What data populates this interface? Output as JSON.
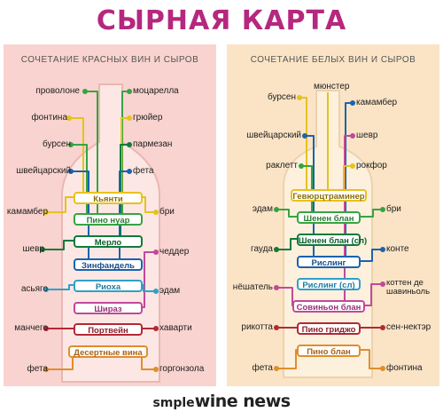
{
  "title": "СЫРНАЯ КАРТА",
  "red": {
    "subtitle": "СОЧЕТАНИЕ КРАСНЫХ ВИН И СЫРОВ",
    "wines": [
      "Кьянти",
      "Пино нуар",
      "Мерло",
      "Зинфандель",
      "Риоха",
      "Шираз",
      "Портвейн",
      "Десертные вина"
    ],
    "cheeses_left": [
      "проволоне",
      "фонтина",
      "бурсен",
      "швейцарский",
      "камамбер",
      "шевр",
      "асьяго",
      "манчего",
      "фета"
    ],
    "cheeses_right": [
      "моцарелла",
      "грюйер",
      "пармезан",
      "фета",
      "бри",
      "чеддер",
      "эдам",
      "хаварти",
      "горгонзола"
    ]
  },
  "white": {
    "subtitle": "СОЧЕТАНИЕ БЕЛЫХ ВИН И СЫРОВ",
    "wines": [
      "Гевюрцтраминер",
      "Шенен блан",
      "Шенен блан (сл)",
      "Рислинг",
      "Рислинг (сл)",
      "Совиньон блан",
      "Пино гриджо",
      "Пино блан"
    ],
    "cheeses_top": [
      "бурсен",
      "мюнстер"
    ],
    "cheeses_left": [
      "швейцарский",
      "раклетт",
      "эдам",
      "гауда",
      "нёшатель",
      "рикотта",
      "фета"
    ],
    "cheeses_right": [
      "камамбер",
      "шевр",
      "рокфор",
      "бри",
      "конте",
      "коттен де шавиньоль",
      "сен-нектэр",
      "фонтина"
    ]
  },
  "logo": {
    "part1": "smple",
    "part2": "wine news"
  },
  "colors": {
    "title": "#b5287e",
    "red_bg": "#f9d3cf",
    "white_bg": "#fbe4c6",
    "wine_lines_red": [
      "#e6c21c",
      "#37a342",
      "#117a3a",
      "#1a63ad",
      "#2fa0c9",
      "#c04a9a",
      "#b22a36",
      "#e08e2b"
    ],
    "wine_lines_white": [
      "#e6c21c",
      "#37a342",
      "#117a3a",
      "#1a63ad",
      "#2fa0c9",
      "#c04a9a",
      "#b22a36",
      "#e08e2b"
    ]
  }
}
